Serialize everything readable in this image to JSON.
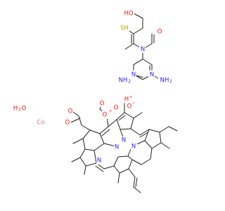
{
  "molecule": {
    "colors": {
      "bond": "#222222",
      "N": "#2323ff",
      "O": "#ff0d0d",
      "S": "#b8a200",
      "Co": "#e07878",
      "C": "#222222"
    },
    "labels": {
      "ho": "HO",
      "sh": "SH",
      "o_formyl": "O",
      "n_formyl": "N",
      "n_pyr1": "N",
      "n_pyr2": "N",
      "nh2_a": "NH",
      "nh2_a_sub": "2",
      "nh2_b": "NH",
      "nh2_b_sub": "2",
      "h4n_a": "H",
      "water": "H",
      "water_sub": "2",
      "water_o": "O",
      "h_plus1": "H",
      "plus1": "+",
      "o_minus_top": "O",
      "minus_top": "−",
      "o_acid_a": "O",
      "o_acid_b": "O",
      "plus2": "+",
      "o_minus_acid": "O",
      "minus_acid": "−",
      "o_acid2_a": "O",
      "o_acid2_b": "O",
      "minus_acid2": "−",
      "cobalt": "Co",
      "n_p1": "N",
      "n_p2": "N",
      "n_p3": "N",
      "n_p4": "N",
      "o_carbonyl": "O"
    }
  }
}
